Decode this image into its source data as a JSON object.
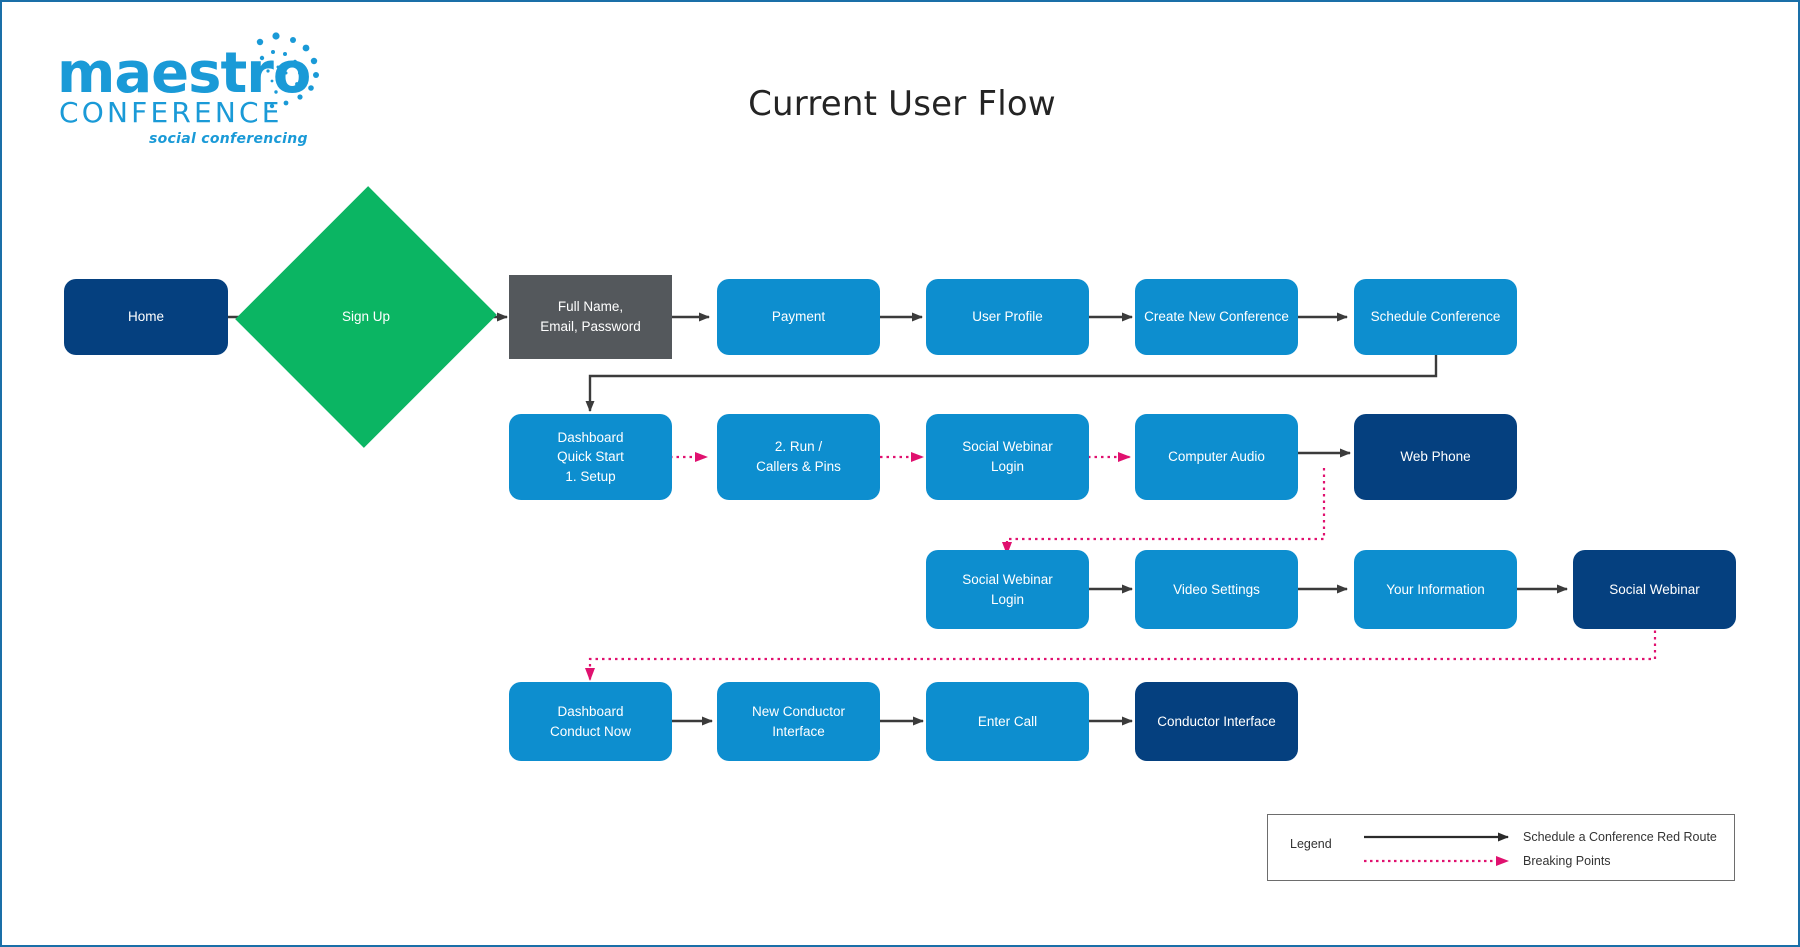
{
  "page": {
    "title": "Current User Flow",
    "border_color": "#1a6fa8",
    "background": "#ffffff"
  },
  "logo": {
    "name": "maestro-conference-logo",
    "word_mark": "maestro",
    "sub_mark": "CONFERENCE",
    "tagline": "social conferencing",
    "color": "#1a9ad7"
  },
  "palette": {
    "blue": "#0d8ecf",
    "navy": "#05407f",
    "green": "#0bb563",
    "gray": "#54585c",
    "arrow_solid": "#3b3b3b",
    "arrow_dotted": "#e0116f"
  },
  "diagram": {
    "type": "flowchart",
    "rows": [
      {
        "id": "row-1",
        "nodes": [
          {
            "id": "home",
            "label": "Home",
            "shape": "rounded",
            "color": "navy"
          },
          {
            "id": "sign-up",
            "label": "Sign Up",
            "shape": "diamond",
            "color": "green"
          },
          {
            "id": "full-name-email-password",
            "label": "Full Name,\nEmail, Password",
            "shape": "sharp",
            "color": "gray"
          },
          {
            "id": "payment",
            "label": "Payment",
            "shape": "rounded",
            "color": "blue"
          },
          {
            "id": "user-profile",
            "label": "User Profile",
            "shape": "rounded",
            "color": "blue"
          },
          {
            "id": "create-new-conference",
            "label": "Create New Conference",
            "shape": "rounded",
            "color": "blue"
          },
          {
            "id": "schedule-conference",
            "label": "Schedule Conference",
            "shape": "rounded",
            "color": "blue"
          }
        ]
      },
      {
        "id": "row-2",
        "nodes": [
          {
            "id": "dashboard-quick-start",
            "label": "Dashboard\nQuick Start\n1. Setup",
            "shape": "rounded",
            "color": "blue"
          },
          {
            "id": "run-callers-pins",
            "label": "2. Run /\nCallers & Pins",
            "shape": "rounded",
            "color": "blue"
          },
          {
            "id": "social-webinar-login-1",
            "label": "Social Webinar\nLogin",
            "shape": "rounded",
            "color": "blue"
          },
          {
            "id": "computer-audio",
            "label": "Computer Audio",
            "shape": "rounded",
            "color": "blue"
          },
          {
            "id": "web-phone",
            "label": "Web Phone",
            "shape": "rounded",
            "color": "navy"
          }
        ]
      },
      {
        "id": "row-3",
        "nodes": [
          {
            "id": "social-webinar-login-2",
            "label": "Social Webinar\nLogin",
            "shape": "rounded",
            "color": "blue"
          },
          {
            "id": "video-settings",
            "label": "Video Settings",
            "shape": "rounded",
            "color": "blue"
          },
          {
            "id": "your-information",
            "label": "Your Information",
            "shape": "rounded",
            "color": "blue"
          },
          {
            "id": "social-webinar",
            "label": "Social Webinar",
            "shape": "rounded",
            "color": "navy"
          }
        ]
      },
      {
        "id": "row-4",
        "nodes": [
          {
            "id": "dashboard-conduct-now",
            "label": "Dashboard\nConduct Now",
            "shape": "rounded",
            "color": "blue"
          },
          {
            "id": "new-conductor-interface",
            "label": "New Conductor\nInterface",
            "shape": "rounded",
            "color": "blue"
          },
          {
            "id": "enter-call",
            "label": "Enter Call",
            "shape": "rounded",
            "color": "blue"
          },
          {
            "id": "conductor-interface",
            "label": "Conductor Interface",
            "shape": "rounded",
            "color": "navy"
          }
        ]
      }
    ]
  },
  "legend": {
    "title": "Legend",
    "entries": [
      {
        "id": "solid-route",
        "style": "solid",
        "color": "#3b3b3b",
        "label": "Schedule a Conference Red Route"
      },
      {
        "id": "dotted-route",
        "style": "dotted",
        "color": "#e0116f",
        "label": "Breaking Points"
      }
    ]
  }
}
